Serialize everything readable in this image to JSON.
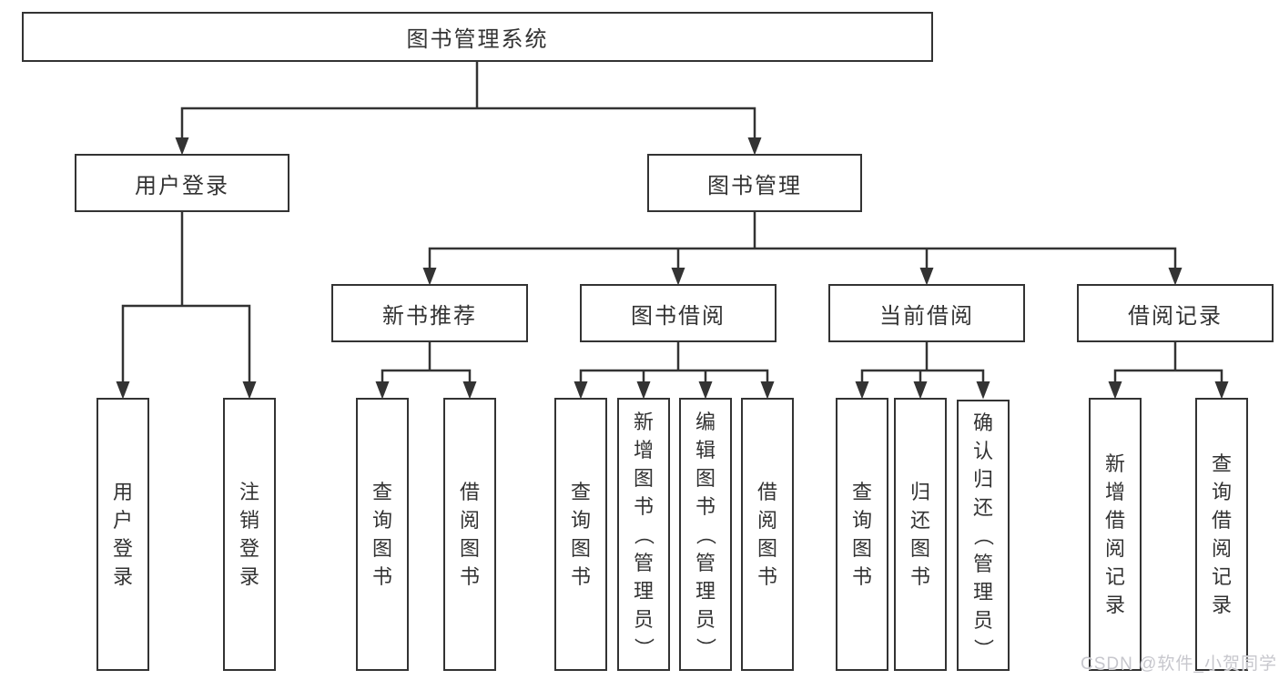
{
  "nodes": {
    "root": "图书管理系统",
    "user_login": "用户登录",
    "book_management": "图书管理",
    "new_book_recommend": "新书推荐",
    "book_borrowing": "图书借阅",
    "current_borrowing": "当前借阅",
    "borrowing_records": "借阅记录",
    "leaf_user_login": "用户登录",
    "leaf_logout": "注销登录",
    "leaf_nb_query_books": "查询图书",
    "leaf_nb_borrow_books": "借阅图书",
    "leaf_bb_query_books": "查询图书",
    "leaf_bb_add_books_admin": "新增图书（管理员）",
    "leaf_bb_edit_books_admin": "编辑图书（管理员）",
    "leaf_bb_borrow_books": "借阅图书",
    "leaf_cb_query_books": "查询图书",
    "leaf_cb_return_books": "归还图书",
    "leaf_cb_confirm_return_admin": "确认归还（管理员）",
    "leaf_br_add_record": "新增借阅记录",
    "leaf_br_query_record": "查询借阅记录"
  },
  "watermark": "CSDN @软件_小贺同学",
  "colors": {
    "line": "#333333",
    "text": "#333333",
    "box_background": "#ffffff",
    "background": "#ffffff",
    "watermark": "#c7c7cd"
  }
}
